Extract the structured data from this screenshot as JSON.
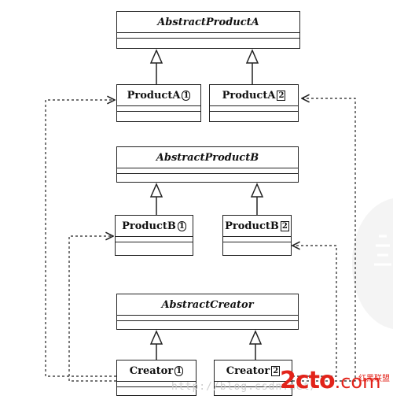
{
  "classes": {
    "abstract_product_a": "AbstractProductA",
    "product_a1": "ProductA",
    "product_a1_num": "1",
    "product_a2": "ProductA",
    "product_a2_num": "2",
    "abstract_product_b": "AbstractProductB",
    "product_b1": "ProductB",
    "product_b1_num": "1",
    "product_b2": "ProductB",
    "product_b2_num": "2",
    "abstract_creator": "AbstractCreator",
    "creator1": "Creator",
    "creator1_num": "1",
    "creator2": "Creator",
    "creator2_num": "2"
  },
  "watermark": {
    "url_text": "http://blog.csdn.net/",
    "logo_text": "2cto",
    "logo_suffix": ".com",
    "logo_caption": "红黑联盟"
  },
  "colors": {
    "line": "#222222",
    "logo_red": "#e2231a",
    "watermark_gray": "#d8d8d8"
  }
}
